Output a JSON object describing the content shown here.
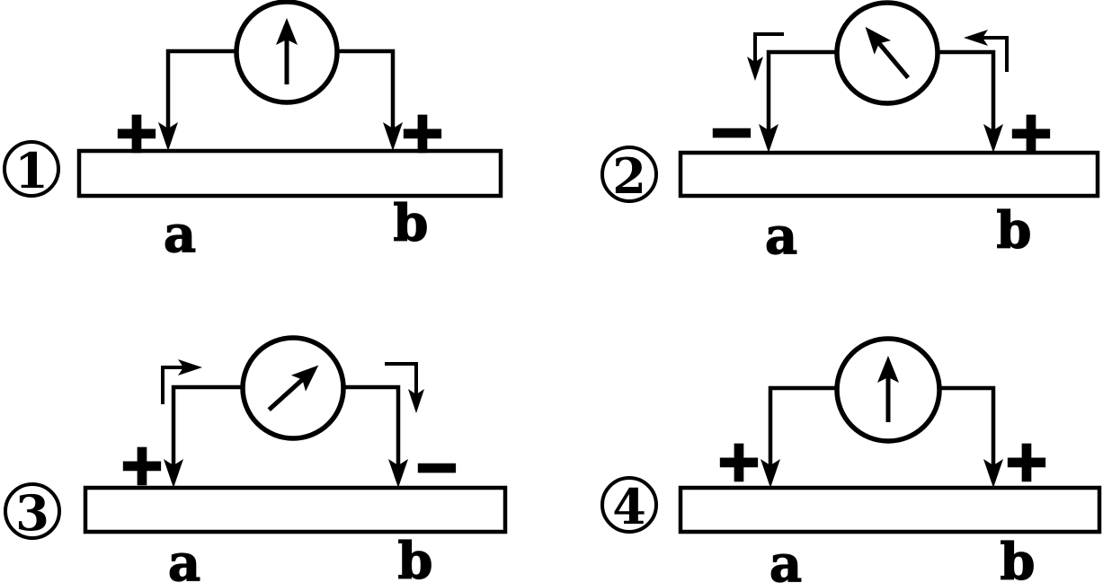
{
  "colors": {
    "ink": "#000000",
    "background": "#ffffff"
  },
  "diagrams": [
    {
      "number": "1",
      "meter": {
        "icon": "galvanometer-icon",
        "needle": "up"
      },
      "left_polarity": "+",
      "right_polarity": "+",
      "label_a": "a",
      "label_b": "b",
      "current_arrows": []
    },
    {
      "number": "2",
      "meter": {
        "icon": "galvanometer-icon",
        "needle": "deflected-up-left"
      },
      "left_polarity": "−",
      "right_polarity": "+",
      "label_a": "a",
      "label_b": "b",
      "current_arrows": [
        "down-on-left-lead",
        "leftward-on-right-lead"
      ]
    },
    {
      "number": "3",
      "meter": {
        "icon": "galvanometer-icon",
        "needle": "deflected-up-right"
      },
      "left_polarity": "+",
      "right_polarity": "−",
      "label_a": "a",
      "label_b": "b",
      "current_arrows": [
        "rightward-on-left-lead",
        "down-on-right-lead"
      ]
    },
    {
      "number": "4",
      "meter": {
        "icon": "galvanometer-icon",
        "needle": "up"
      },
      "left_polarity": "+",
      "right_polarity": "+",
      "label_a": "a",
      "label_b": "b",
      "current_arrows": []
    }
  ]
}
